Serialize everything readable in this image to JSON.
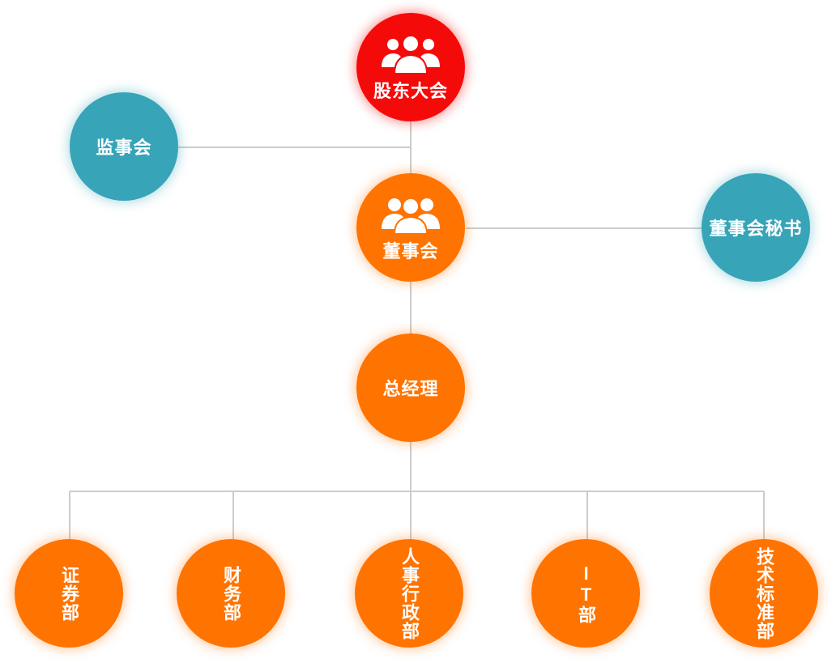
{
  "nodes": {
    "shareholders": {
      "label": "股东大会",
      "icon": "people-group-icon",
      "color": "#f50a0a"
    },
    "supervisory": {
      "label": "监事会",
      "color": "#37a4b8"
    },
    "board": {
      "label": "董事会",
      "icon": "people-group-icon",
      "color": "#ff7301"
    },
    "secretary": {
      "label": "董事会秘书",
      "color": "#37a4b8"
    },
    "gm": {
      "label": "总经理",
      "color": "#ff7301"
    }
  },
  "departments": [
    {
      "label": "证券部"
    },
    {
      "label": "财务部"
    },
    {
      "label": "人事行政部"
    },
    {
      "label": "IT部"
    },
    {
      "label": "技术标准部"
    }
  ],
  "line_color": "#cccccc"
}
